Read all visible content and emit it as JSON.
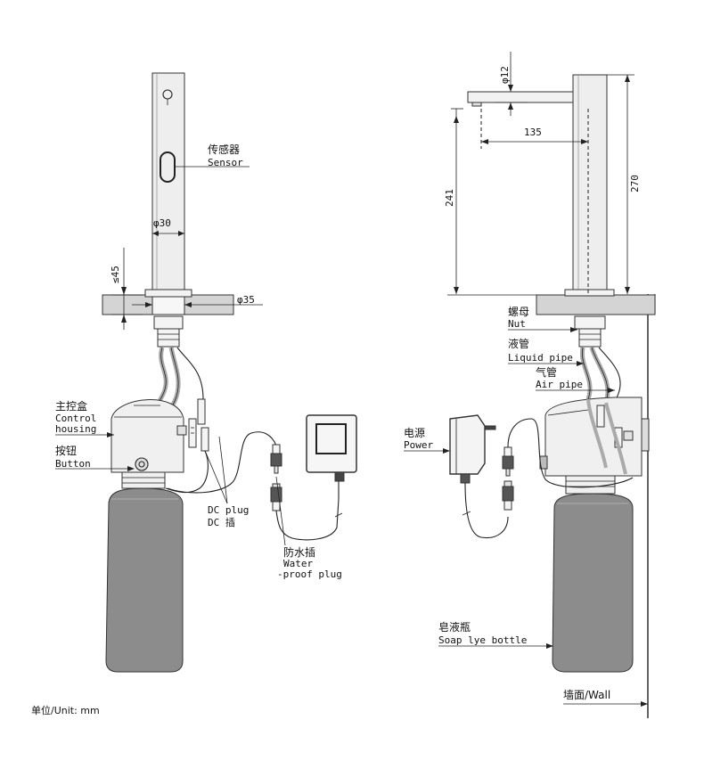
{
  "labels": {
    "sensor_cn": "传感器",
    "sensor_en": "Sensor",
    "dia30": "φ30",
    "dim45": "≤45",
    "dia35": "φ35",
    "control_cn": "主控盒",
    "control_en1": "Control",
    "control_en2": "housing",
    "button_cn": "按钮",
    "button_en": "Button",
    "dcplug_en": "DC plug",
    "dcplug_cn": "DC 插",
    "waterproof_cn": "防水插",
    "waterproof_en1": "Water",
    "waterproof_en2": "-proof plug",
    "unit": "单位/Unit: mm",
    "dia12": "φ12",
    "dim135": "135",
    "dim241": "241",
    "dim270": "270",
    "nut_cn": "螺母",
    "nut_en": "Nut",
    "liquid_cn": "液管",
    "liquid_en": "Liquid pipe",
    "air_cn": "气管",
    "air_en": "Air pipe",
    "power_cn": "电源",
    "power_en": "Power",
    "bottle_cn": "皂液瓶",
    "bottle_en": "Soap lye bottle",
    "wall": "墙面/Wall"
  }
}
